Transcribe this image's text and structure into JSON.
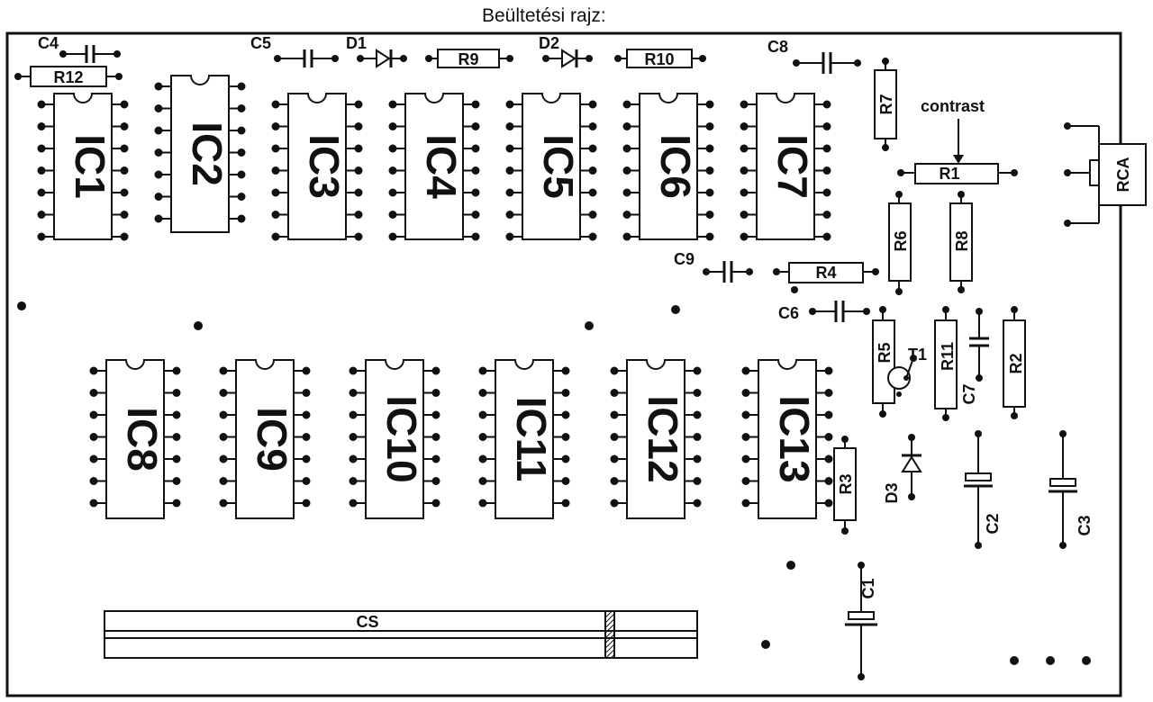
{
  "header": {
    "title": "Beültetési rajz:"
  },
  "labels": {
    "contrast": "contrast",
    "cs": "CS",
    "rca": "RCA"
  },
  "ics_top": [
    "IC1",
    "IC2",
    "IC3",
    "IC4",
    "IC5",
    "IC6",
    "IC7"
  ],
  "ics_bottom": [
    "IC8",
    "IC9",
    "IC10",
    "IC11",
    "IC12",
    "IC13"
  ],
  "resistors": {
    "r1": "R1",
    "r2": "R2",
    "r3": "R3",
    "r4": "R4",
    "r5": "R5",
    "r6": "R6",
    "r7": "R7",
    "r8": "R8",
    "r9": "R9",
    "r10": "R10",
    "r11": "R11",
    "r12": "R12"
  },
  "capacitors": {
    "c1": "C1",
    "c2": "C2",
    "c3": "C3",
    "c4": "C4",
    "c5": "C5",
    "c6": "C6",
    "c7": "C7",
    "c8": "C8",
    "c9": "C9"
  },
  "diodes": {
    "d1": "D1",
    "d2": "D2",
    "d3": "D3"
  },
  "transistor": {
    "t1": "T1"
  }
}
